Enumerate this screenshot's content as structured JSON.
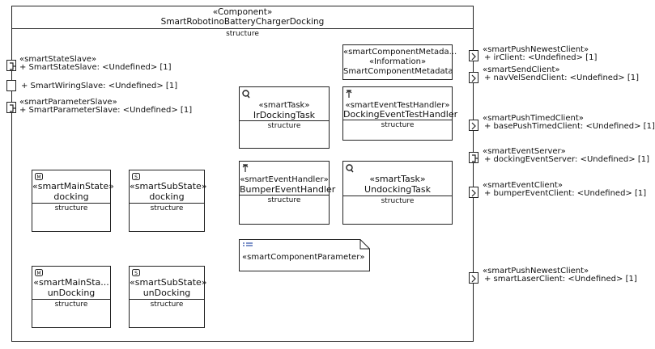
{
  "component": {
    "stereotype": "«Component»",
    "name": "SmartRobotinoBatteryChargerDocking",
    "compartment": "structure"
  },
  "left_ports": [
    {
      "stereotype": "«smartStateSlave»",
      "label": "+ SmartStateSlave: <Undefined> [1]"
    },
    {
      "stereotype": "",
      "label": "+ SmartWiringSlave: <Undefined> [1]"
    },
    {
      "stereotype": "«smartParameterSlave»",
      "label": "+ SmartParameterSlave: <Undefined> [1]"
    }
  ],
  "right_ports": [
    {
      "stereotype": "«smartPushNewestClient»",
      "label": "+ irClient: <Undefined> [1]"
    },
    {
      "stereotype": "«smartSendClient»",
      "label": "+ navVelSendClient: <Undefined> [1]"
    },
    {
      "stereotype": "«smartPushTimedClient»",
      "label": "+ basePushTimedClient: <Undefined> [1]"
    },
    {
      "stereotype": "«smartEventServer»",
      "label": "+ dockingEventServer: <Undefined> [1]"
    },
    {
      "stereotype": "«smartEventClient»",
      "label": "+ bumperEventClient: <Undefined> [1]"
    },
    {
      "stereotype": "«smartPushNewestClient»",
      "label": "+ smartLaserClient: <Undefined> [1]"
    }
  ],
  "metadata": {
    "stereotype1": "«smartComponentMetada...",
    "stereotype2": "«Information»",
    "name": "SmartComponentMetadata"
  },
  "tasks": [
    {
      "stereotype": "«smartTask»",
      "name": "IrDockingTask",
      "compartment": "structure",
      "icon": "clock-icon"
    },
    {
      "stereotype": "«smartEventTestHandler»",
      "name": "DockingEventTestHandler",
      "compartment": "structure",
      "icon": "arrow-up-icon"
    },
    {
      "stereotype": "«smartEventHandler»",
      "name": "BumperEventHandler",
      "compartment": "structure",
      "icon": "arrow-up-icon"
    },
    {
      "stereotype": "«smartTask»",
      "name": "UndockingTask",
      "compartment": "structure",
      "icon": "clock-icon"
    }
  ],
  "states": [
    {
      "stereotype": "«smartMainState»",
      "name": "docking",
      "compartment": "structure",
      "icon": "main-state-icon"
    },
    {
      "stereotype": "«smartSubState»",
      "name": "docking",
      "compartment": "structure",
      "icon": "sub-state-icon"
    },
    {
      "stereotype": "«smartMainSta...",
      "name": "unDocking",
      "compartment": "structure",
      "icon": "main-state-icon"
    },
    {
      "stereotype": "«smartSubState»",
      "name": "unDocking",
      "compartment": "structure",
      "icon": "sub-state-icon"
    }
  ],
  "parameter": {
    "label": "«smartComponentParameter»"
  }
}
